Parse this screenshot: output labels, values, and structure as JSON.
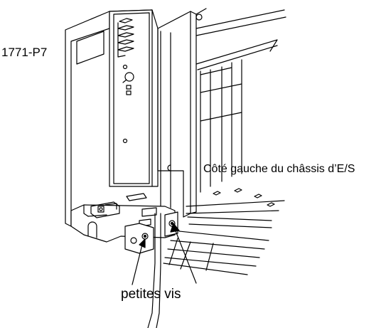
{
  "labels": {
    "model": "1771-P7",
    "chassis_side": "Côté gauche du châssis d’E/S",
    "screws": "petites vis"
  },
  "colors": {
    "line": "#000000",
    "background": "#ffffff"
  }
}
